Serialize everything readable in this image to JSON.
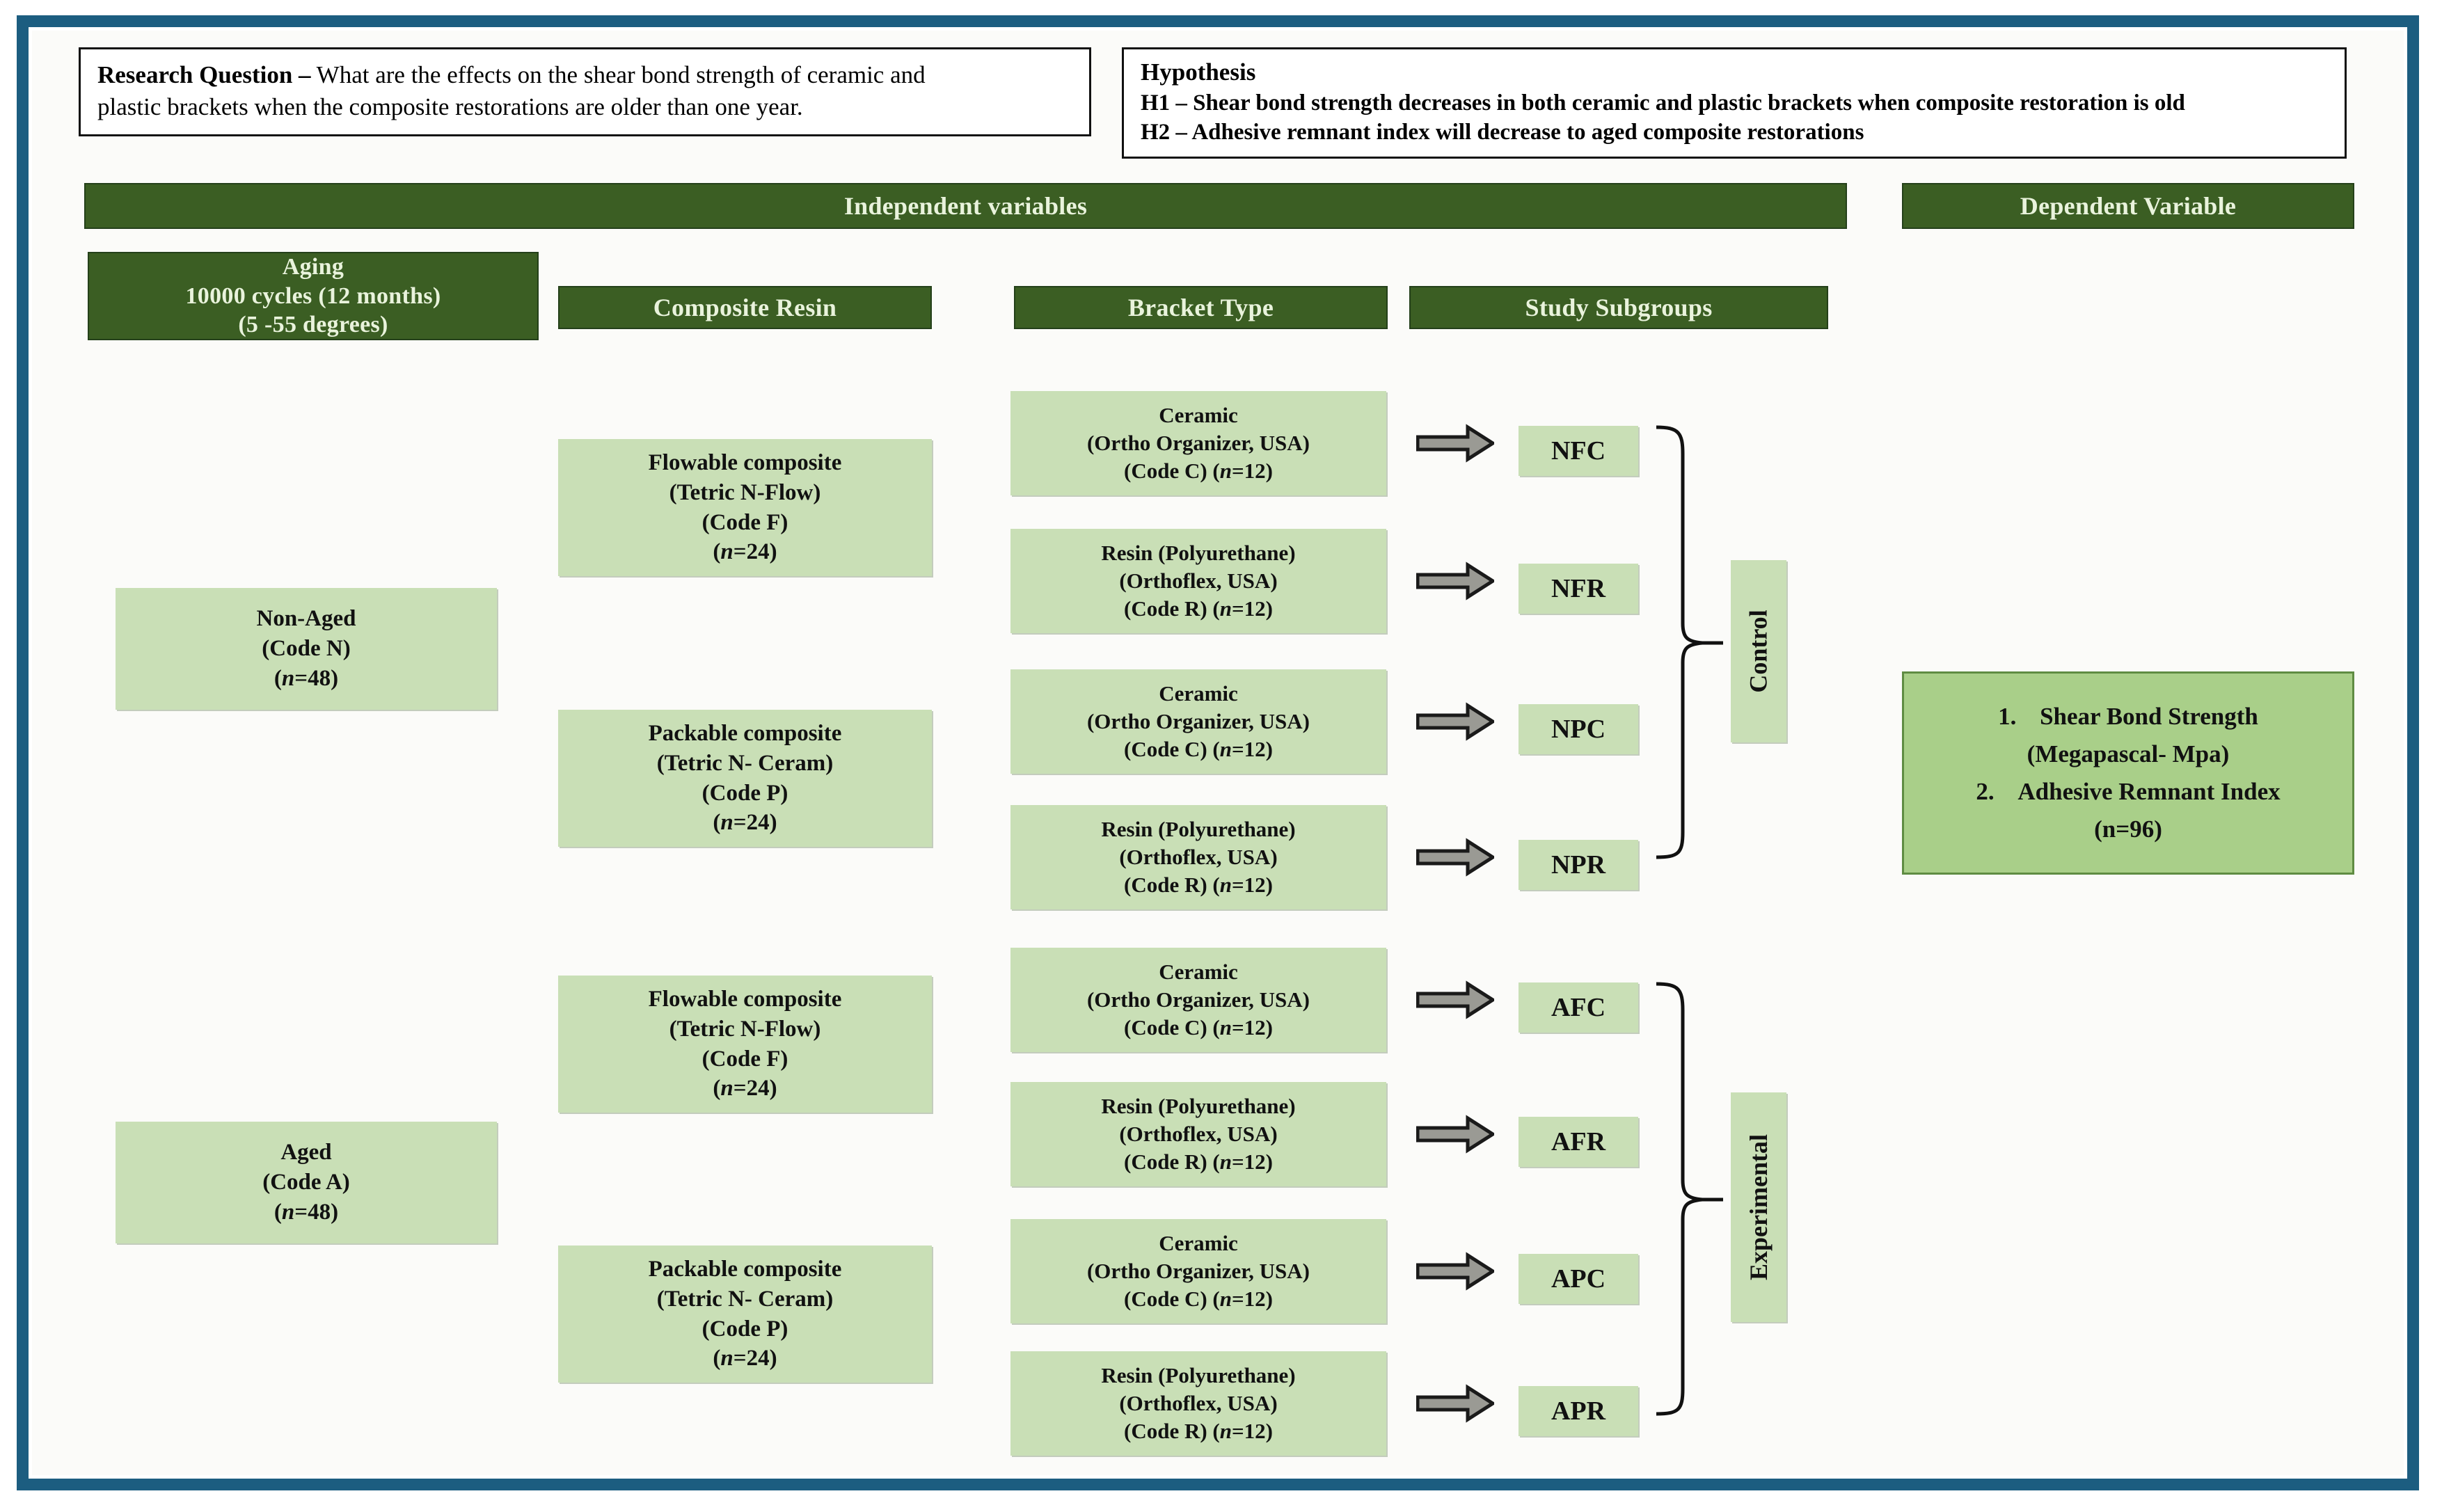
{
  "frame": {
    "border_color": "#1c5d80"
  },
  "palette": {
    "dark_green": "#3b5e23",
    "light_green": "#c9dfb6",
    "dependent_green": "#a9cf89",
    "frame_blue": "#1c5d80"
  },
  "research_question": {
    "label": "Research Question –",
    "line1_rest": " What are the effects on the shear bond strength of ceramic and",
    "line2": "plastic brackets when the composite restorations are older than one year."
  },
  "hypothesis": {
    "title": "Hypothesis",
    "h1": "H1 –  Shear bond strength decreases in both ceramic and plastic brackets when composite restoration is old",
    "h2": "H2 – Adhesive remnant index will decrease to aged composite restorations"
  },
  "headers": {
    "independent": "Independent variables",
    "dependent": "Dependent Variable"
  },
  "columns": {
    "aging": {
      "line1": "Aging",
      "line2": "10000 cycles (12 months)",
      "line3": "(5 -55 degrees)"
    },
    "composite_resin": "Composite Resin",
    "bracket_type": "Bracket Type",
    "study_subgroups": "Study Subgroups"
  },
  "aging_groups": [
    {
      "line1": "Non-Aged",
      "line2": "(Code N)",
      "line3_pre": "(",
      "line3_n": "n",
      "line3_post": "=48)"
    },
    {
      "line1": "Aged",
      "line2": "(Code A)",
      "line3_pre": "(",
      "line3_n": "n",
      "line3_post": "=48)"
    }
  ],
  "composites": [
    {
      "line1": "Flowable composite",
      "line2": "(Tetric N-Flow)",
      "line3": "(Code F)",
      "line4_pre": "(",
      "line4_n": "n",
      "line4_post": "=24)"
    },
    {
      "line1": "Packable composite",
      "line2": "(Tetric N- Ceram)",
      "line3": "(Code P)",
      "line4_pre": "(",
      "line4_n": "n",
      "line4_post": "=24)"
    },
    {
      "line1": "Flowable composite",
      "line2": "(Tetric N-Flow)",
      "line3": "(Code F)",
      "line4_pre": "(",
      "line4_n": "n",
      "line4_post": "=24)"
    },
    {
      "line1": "Packable composite",
      "line2": "(Tetric N- Ceram)",
      "line3": "(Code P)",
      "line4_pre": "(",
      "line4_n": "n",
      "line4_post": "=24)"
    }
  ],
  "brackets": [
    {
      "line1": "Ceramic",
      "line2": "(Ortho Organizer, USA)",
      "line3_pre": "(Code C) (",
      "line3_n": "n",
      "line3_post": "=12)"
    },
    {
      "line1": "Resin (Polyurethane)",
      "line2": "(Orthoflex, USA)",
      "line3_pre": "(Code R) (",
      "line3_n": "n",
      "line3_post": "=12)"
    },
    {
      "line1": "Ceramic",
      "line2": "(Ortho Organizer, USA)",
      "line3_pre": "(Code C) (",
      "line3_n": "n",
      "line3_post": "=12)"
    },
    {
      "line1": "Resin (Polyurethane)",
      "line2": "(Orthoflex, USA)",
      "line3_pre": "(Code R) (",
      "line3_n": "n",
      "line3_post": "=12)"
    },
    {
      "line1": "Ceramic",
      "line2": "(Ortho Organizer, USA)",
      "line3_pre": "(Code C) (",
      "line3_n": "n",
      "line3_post": "=12)"
    },
    {
      "line1": "Resin (Polyurethane)",
      "line2": "(Orthoflex, USA)",
      "line3_pre": "(Code R) (",
      "line3_n": "n",
      "line3_post": "=12)"
    },
    {
      "line1": "Ceramic",
      "line2": "(Ortho Organizer, USA)",
      "line3_pre": "(Code C) (",
      "line3_n": "n",
      "line3_post": "=12)"
    },
    {
      "line1": "Resin (Polyurethane)",
      "line2": "(Orthoflex, USA)",
      "line3_pre": "(Code R) (",
      "line3_n": "n",
      "line3_post": "=12)"
    }
  ],
  "subgroups": [
    {
      "code": "NFC"
    },
    {
      "code": "NFR"
    },
    {
      "code": "NPC"
    },
    {
      "code": "NPR"
    },
    {
      "code": "AFC"
    },
    {
      "code": "AFR"
    },
    {
      "code": "APC"
    },
    {
      "code": "APR"
    }
  ],
  "group_labels": {
    "control": "Control",
    "experimental": "Experimental"
  },
  "dependent_variable": {
    "item1_num": "1.",
    "item1": "Shear Bond Strength",
    "item1_sub": "(Megapascal- Mpa)",
    "item2_num": "2.",
    "item2": "Adhesive Remnant Index",
    "total": "(n=96)"
  },
  "icons": {
    "flow_arrow": "block-arrow-right-icon",
    "brace": "curly-brace-icon"
  }
}
